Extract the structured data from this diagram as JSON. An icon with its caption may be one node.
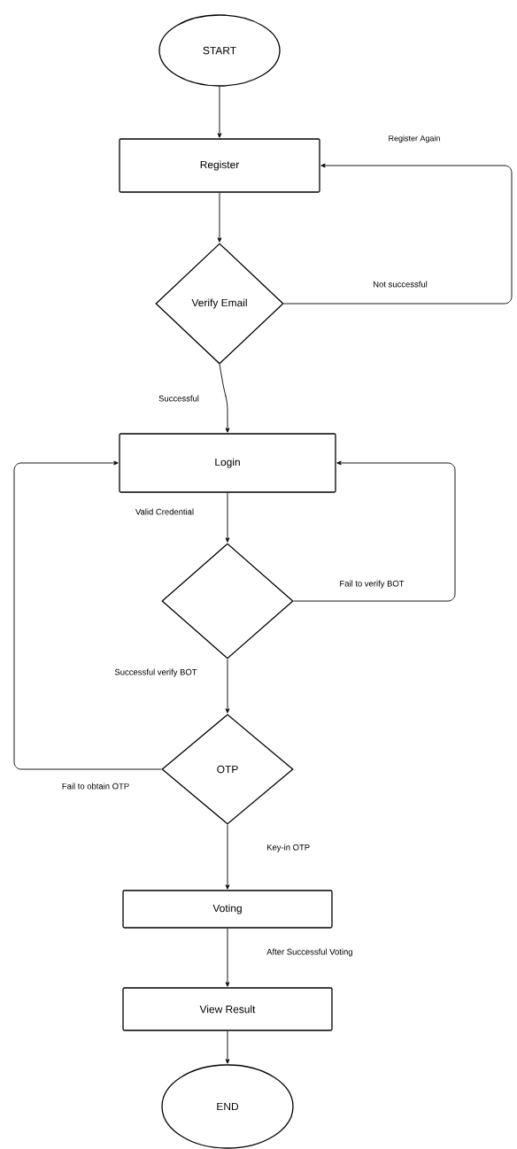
{
  "diagram": {
    "nodes": [
      {
        "text": [
          "START"
        ]
      },
      {
        "text": [
          "Register"
        ]
      },
      {
        "text": [
          "Verify Email"
        ]
      },
      {
        "text": [
          "Login"
        ]
      },
      {
        "text": [],
        "shape": "diamond"
      },
      {
        "text": [
          "OTP"
        ]
      },
      {
        "text": [
          "Voting"
        ]
      },
      {
        "text": [
          "View Result"
        ]
      },
      {
        "text": [
          "END"
        ]
      }
    ],
    "edges": [
      {
        "from": 0,
        "to": 1,
        "arrow": "to"
      },
      {
        "from": 1,
        "to": 2,
        "arrow": "to"
      },
      {
        "from": 2,
        "to": 1,
        "arrow": "to",
        "label": "Not successful"
      },
      {
        "from": 2,
        "to": 3,
        "arrow": "to",
        "label": "Successful"
      },
      {
        "from": 3,
        "to": 4,
        "arrow": "to",
        "label": "Valid Credential"
      },
      {
        "from": 4,
        "to": 3,
        "arrow": "to",
        "label": "Fail to verify BOT"
      },
      {
        "from": 4,
        "to": 5,
        "arrow": "to",
        "label": "Successful verify BOT"
      },
      {
        "from": 5,
        "to": 3,
        "arrow": "to",
        "label": "Fail to obtain OTP"
      },
      {
        "from": 5,
        "to": 6,
        "arrow": "to",
        "label": "Key-in OTP"
      },
      {
        "from": 6,
        "to": 7,
        "arrow": "to",
        "label": "After Successful Voting"
      },
      {
        "from": 7,
        "to": 8,
        "arrow": "to"
      }
    ],
    "labels": [
      "Register Again"
    ]
  }
}
